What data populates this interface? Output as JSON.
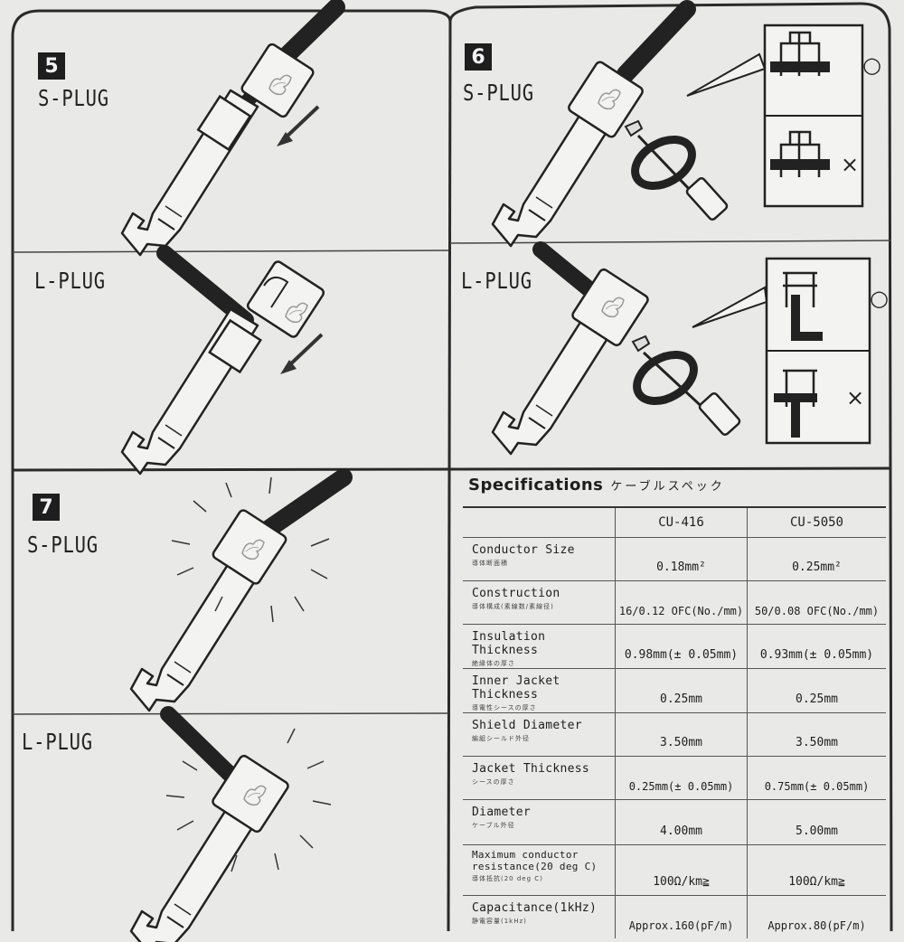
{
  "steps": [
    {
      "number": "5",
      "upper_label": "S-PLUG",
      "lower_label": "L-PLUG"
    },
    {
      "number": "6",
      "upper_label": "S-PLUG",
      "lower_label": "L-PLUG"
    },
    {
      "number": "7",
      "upper_label": "S-PLUG",
      "lower_label": "L-PLUG"
    }
  ],
  "marks": {
    "ok": "○",
    "ng": "×"
  },
  "specifications": {
    "title_en": "Specifications",
    "title_jp": "ケーブルスペック",
    "columns": [
      "CU-416",
      "CU-5050"
    ],
    "rows": [
      {
        "label_en": "Conductor Size",
        "label_jp": "導体断面積",
        "values": [
          "0.18mm²",
          "0.25mm²"
        ]
      },
      {
        "label_en": "Construction",
        "label_jp": "導体構成(素線数/素線径)",
        "values": [
          "16/0.12 OFC(No./mm)",
          "50/0.08 OFC(No./mm)"
        ]
      },
      {
        "label_en": "Insulation Thickness",
        "label_jp": "絶縁体の厚さ",
        "values": [
          "0.98mm(± 0.05mm)",
          "0.93mm(± 0.05mm)"
        ]
      },
      {
        "label_en": "Inner Jacket Thickness",
        "label_jp": "導電性シースの厚さ",
        "values": [
          "0.25mm",
          "0.25mm"
        ]
      },
      {
        "label_en": "Shield Diameter",
        "label_jp": "編組シールド外径",
        "values": [
          "3.50mm",
          "3.50mm"
        ]
      },
      {
        "label_en": "Jacket Thickness",
        "label_jp": "シースの厚さ",
        "values": [
          "0.25mm(± 0.05mm)",
          "0.75mm(± 0.05mm)"
        ]
      },
      {
        "label_en": "Diameter",
        "label_jp": "ケーブル外径",
        "values": [
          "4.00mm",
          "5.00mm"
        ]
      },
      {
        "label_en": "Maximum conductor resistance(20 deg C)",
        "label_jp": "導体抵抗(20 deg C)",
        "values": [
          "100Ω/km≧",
          "100Ω/km≧"
        ]
      },
      {
        "label_en": "Capacitance(1kHz)",
        "label_jp": "静電容量(1kHz)",
        "values": [
          "Approx.160(pF/m)",
          "Approx.80(pF/m)"
        ]
      }
    ]
  }
}
